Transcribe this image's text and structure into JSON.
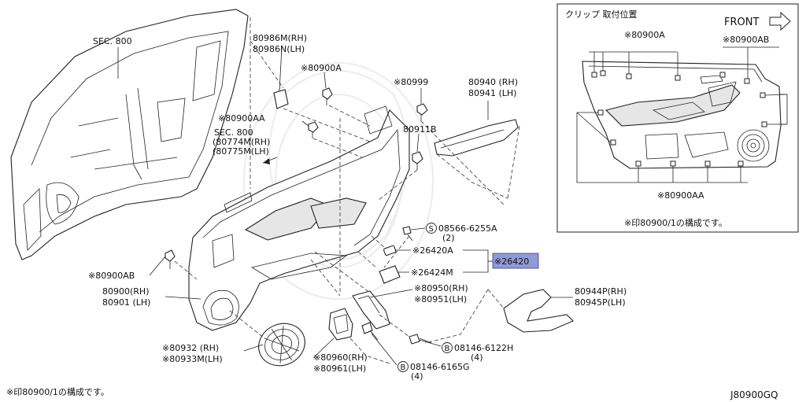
{
  "diagram_code": "J80900GQ",
  "footnote": "※印80900/1の構成です。",
  "labels": {
    "sec800_top": "SEC. 800",
    "p80986_rh": "80986M(RH)",
    "p80986_lh": "80986N(LH)",
    "p80900A": "※80900A",
    "p80999": "※80999",
    "p80940_rh": "80940 (RH)",
    "p80941_lh": "80941 (LH)",
    "p80900AA": "※80900AA",
    "p80911B": "80911B",
    "sec800_mid": "SEC. 800",
    "p80774_rh": "(80774M(RH)",
    "p80775_lh": "(80775M(LH)",
    "screw_08566": "08566-6255A",
    "screw_08566_qty": "(2)",
    "p26420A": "※26420A",
    "p26424M": "※26424M",
    "p26420": "※26420",
    "p80950_rh": "※80950(RH)",
    "p80951_lh": "※80951(LH)",
    "p80944_rh": "80944P(RH)",
    "p80945_lh": "80945P(LH)",
    "p80900AB": "※80900AB",
    "p80900_rh": "80900(RH)",
    "p80901_lh": "80901 (LH)",
    "bolt_08146_6122H": "08146-6122H",
    "bolt_6122H_qty": "(4)",
    "p80932_rh": "※80932  (RH)",
    "p80933_lh": "※80933M(LH)",
    "p80960_rh": "※80960(RH)",
    "p80961_lh": "※80961(LH)",
    "bolt_08146_6165G": "08146-6165G",
    "bolt_6165G_qty": "(4)",
    "circle_S": "S",
    "circle_B1": "B",
    "circle_B2": "B"
  },
  "inset": {
    "title": "クリップ  取付位置",
    "front": "FRONT",
    "p80900A": "※80900A",
    "p80900AB": "※80900AB",
    "p80900AA": "※80900AA",
    "footnote": "※印80900/1の構成です。"
  },
  "colors": {
    "highlight": "#8f9ad6",
    "line": "#222222"
  },
  "icons": {
    "front_arrow": "arrow-right-outline-icon"
  }
}
